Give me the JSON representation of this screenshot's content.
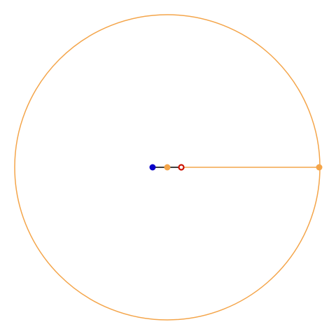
{
  "colors": {
    "circle": "#f4a54a",
    "radius_line": "#f4a54a",
    "short_segment": "#000000",
    "blue_point": "#0a00c8",
    "orange_point": "#f4a54a",
    "red_ring": "#cc1100",
    "background": "#ffffff"
  },
  "icons": {
    "blue_point": "filled-circle",
    "orange_point": "filled-circle",
    "red_point": "ring",
    "edge_point": "filled-circle"
  }
}
